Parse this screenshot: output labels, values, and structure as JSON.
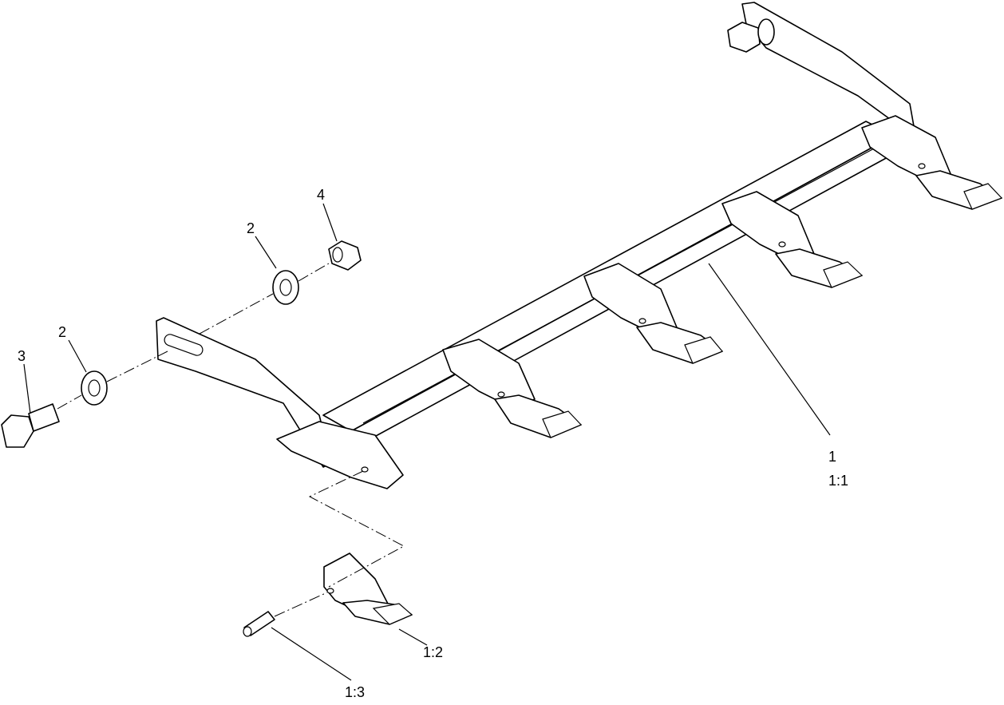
{
  "callouts": [
    {
      "id": "c1",
      "text": "1"
    },
    {
      "id": "c1_1",
      "text": "1:1"
    },
    {
      "id": "c1_2",
      "text": "1:2"
    },
    {
      "id": "c1_3",
      "text": "1:3"
    },
    {
      "id": "c2a",
      "text": "2"
    },
    {
      "id": "c2b",
      "text": "2"
    },
    {
      "id": "c3",
      "text": "3"
    },
    {
      "id": "c4",
      "text": "4"
    }
  ]
}
